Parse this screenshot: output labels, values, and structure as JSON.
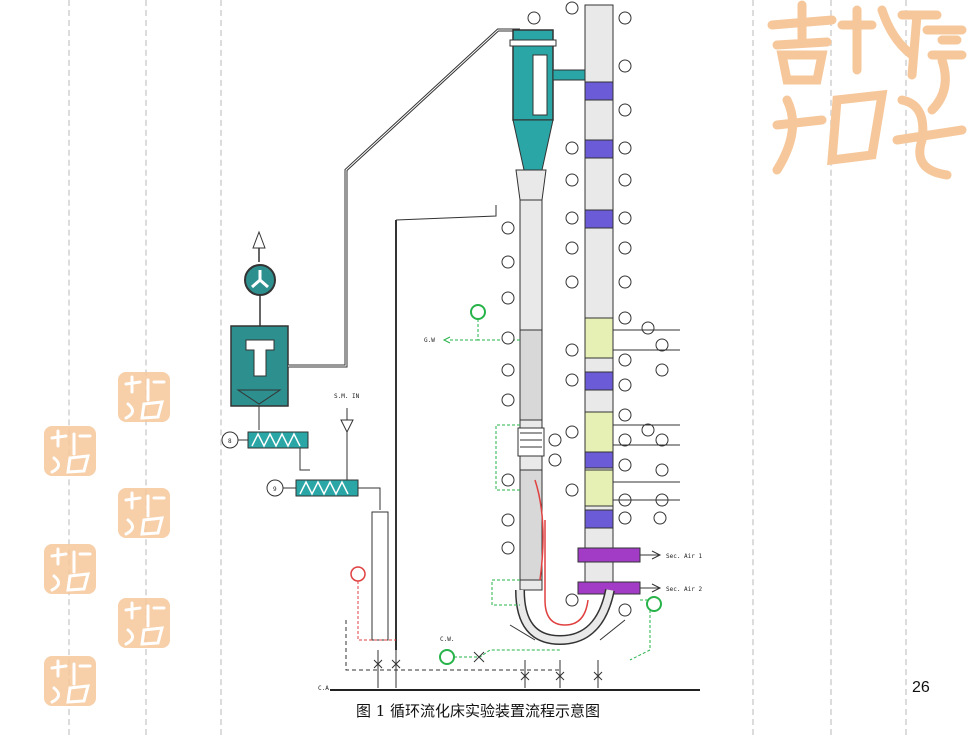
{
  "slide": {
    "page_number": "26",
    "caption": "图 1 循环流化床实验装置流程示意图"
  },
  "labels": {
    "sm_in": "S.M. IN",
    "gw": "G.W",
    "cw": "C.W.",
    "ca": "C.A",
    "sec_air_1": "Sec. Air 1",
    "sec_air_2": "Sec. Air 2",
    "feeder_1": "8",
    "feeder_2": "9"
  },
  "colors": {
    "cyclone": "#2aa6a6",
    "baghouse": "#2e8f8f",
    "jacket": "#6b5bd6",
    "heater": "#e6f0b4",
    "air_manifold": "#a23cc6",
    "seal": "#f6c79a",
    "flow_green": "#27b34a",
    "flow_red": "#e04040"
  }
}
